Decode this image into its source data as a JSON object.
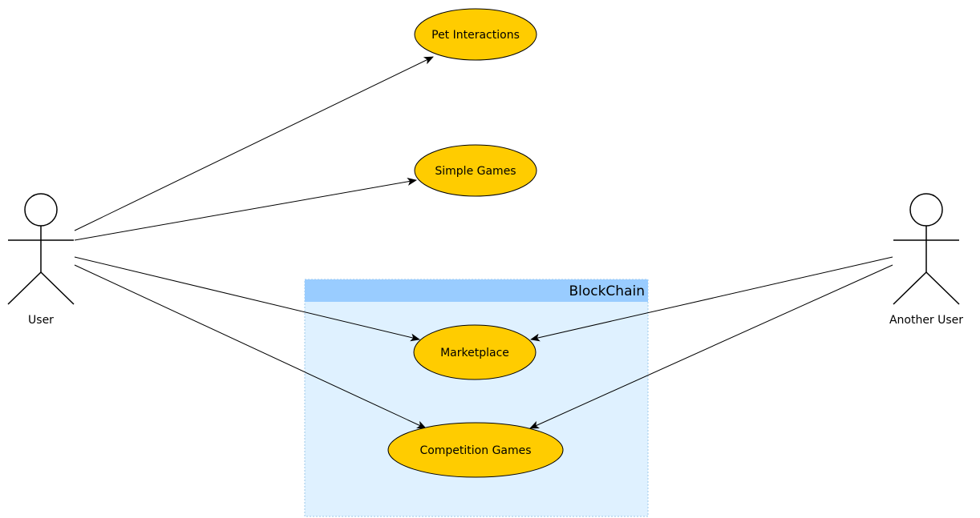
{
  "boundary": {
    "title": "BlockChain",
    "header_color": "#99ccff",
    "body_color": "#dff1ff"
  },
  "actors": {
    "user": {
      "label": "User"
    },
    "another_user": {
      "label": "Another User"
    }
  },
  "usecases": {
    "pet_interactions": {
      "label": "Pet Interactions"
    },
    "simple_games": {
      "label": "Simple Games"
    },
    "marketplace": {
      "label": "Marketplace"
    },
    "competition_games": {
      "label": "Competition Games"
    }
  },
  "usecase_color": "#ffcc00",
  "associations": [
    {
      "from": "User",
      "to": "Pet Interactions"
    },
    {
      "from": "User",
      "to": "Simple Games"
    },
    {
      "from": "User",
      "to": "Marketplace"
    },
    {
      "from": "User",
      "to": "Competition Games"
    },
    {
      "from": "Another User",
      "to": "Marketplace"
    },
    {
      "from": "Another User",
      "to": "Competition Games"
    }
  ]
}
